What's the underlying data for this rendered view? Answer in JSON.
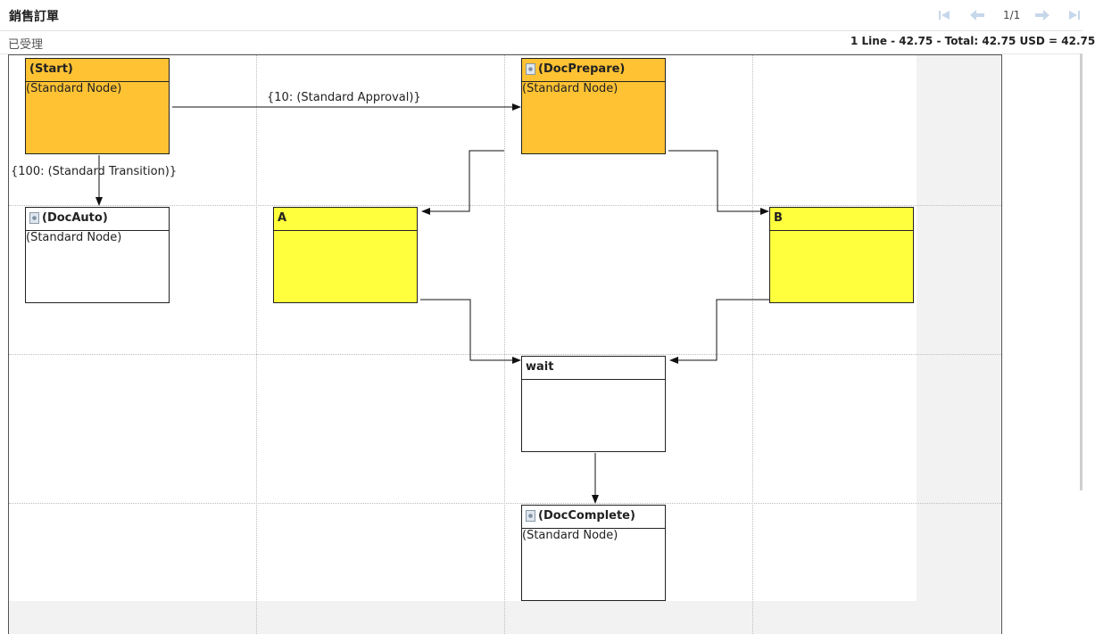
{
  "header": {
    "title": "銷售訂單",
    "page_indicator": "1/1",
    "nav_color": "#c6d7ea"
  },
  "status": {
    "doc_status": "已受理",
    "summary": "1 Line - 42.75 - Total: 42.75 USD = 42.75"
  },
  "workflow": {
    "nodes": {
      "start": {
        "title": "(Start)",
        "body": "(Standard Node)",
        "color": "#fec233"
      },
      "doc_prepare": {
        "title": "(DocPrepare)",
        "body": "(Standard Node)",
        "color": "#fec233"
      },
      "doc_auto": {
        "title": "(DocAuto)",
        "body": "(Standard Node)",
        "color": "#ffffff"
      },
      "a": {
        "title": "A",
        "body": "",
        "color": "#ffff3d"
      },
      "b": {
        "title": "B",
        "body": "",
        "color": "#ffff3d"
      },
      "wait": {
        "title": "wait",
        "body": "",
        "color": "#ffffff"
      },
      "doc_complete": {
        "title": "(DocComplete)",
        "body": "(Standard Node)",
        "color": "#ffffff"
      }
    },
    "edge_labels": {
      "start_to_prepare": "{10: (Standard Approval)}",
      "start_to_auto": "{100: (Standard Transition)}"
    }
  }
}
